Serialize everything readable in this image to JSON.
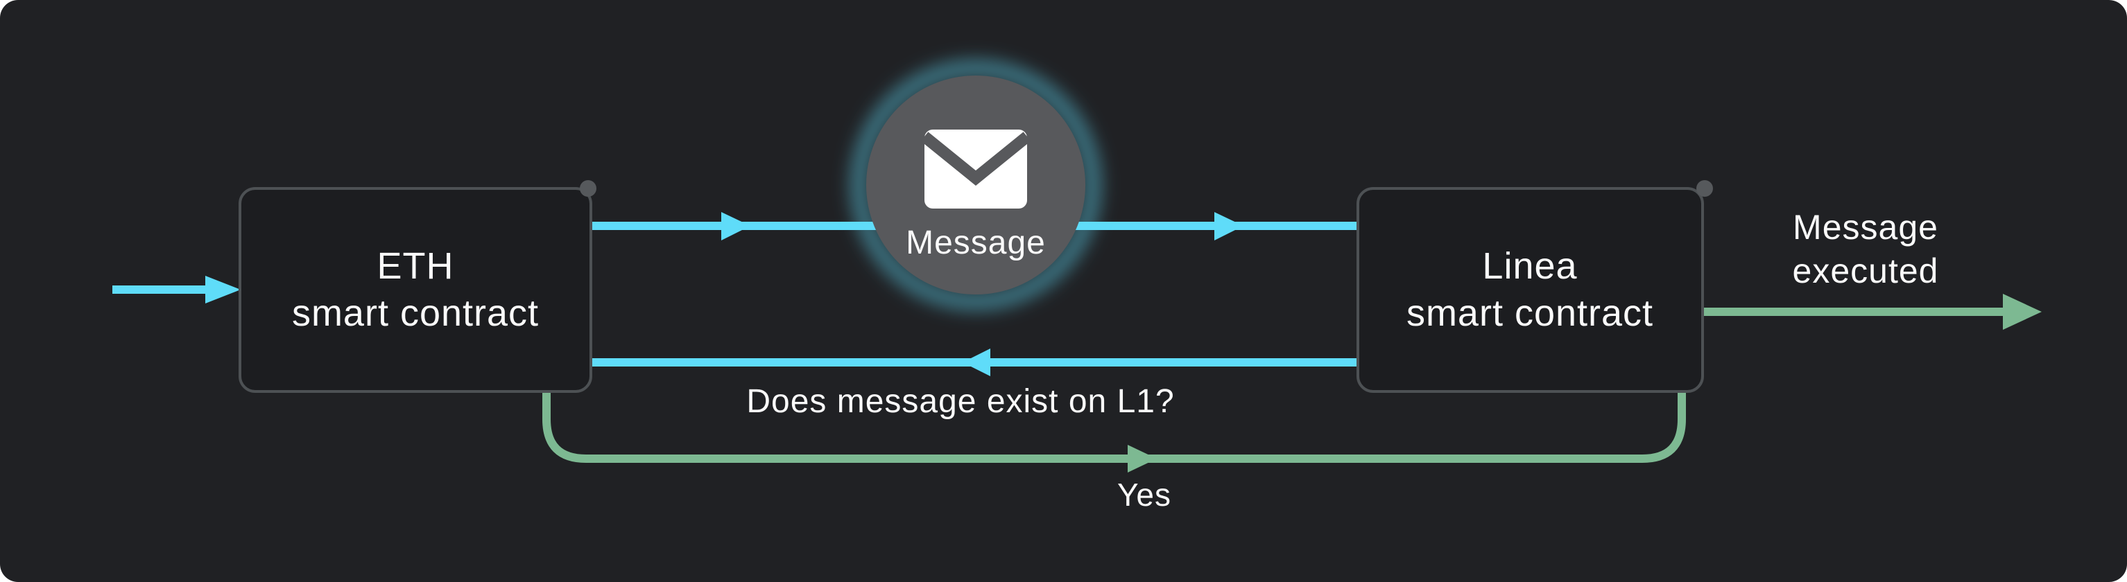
{
  "diagram": {
    "nodes": {
      "eth": {
        "line1": "ETH",
        "line2": "smart contract"
      },
      "linea": {
        "line1": "Linea",
        "line2": "smart contract"
      },
      "message": {
        "label": "Message",
        "icon": "envelope-icon"
      }
    },
    "labels": {
      "check": "Does message exist on L1?",
      "yes": "Yes",
      "executed_line1": "Message",
      "executed_line2": "executed"
    },
    "colors": {
      "background": "#202124",
      "box_border": "#4d5154",
      "dot": "#56595c",
      "cyan": "#5fdcf9",
      "teal_thin": "#357f95",
      "green": "#7db992",
      "green_thin": "#4e8a68",
      "node_circle": "#58595c",
      "text": "#fafafa"
    }
  }
}
